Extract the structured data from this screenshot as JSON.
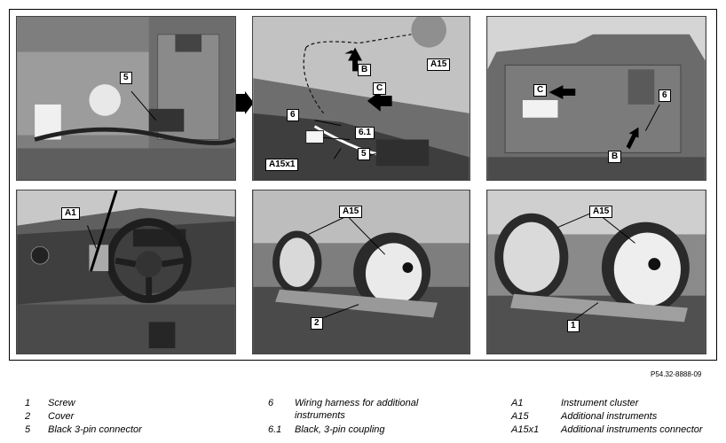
{
  "figure_id": "P54.32-8888-09",
  "callouts": {
    "p1_5": "5",
    "p2_b": "B",
    "p2_a15": "A15",
    "p2_c": "C",
    "p2_6": "6",
    "p2_61": "6.1",
    "p2_a15x1": "A15x1",
    "p2_5": "5",
    "p3_c": "C",
    "p3_6": "6",
    "p3_b": "B",
    "p4_a1": "A1",
    "p5_a15": "A15",
    "p5_2": "2",
    "p6_a15": "A15",
    "p6_1": "1"
  },
  "legend": {
    "col1": [
      {
        "num": "1",
        "text": "Screw"
      },
      {
        "num": "2",
        "text": "Cover"
      },
      {
        "num": "5",
        "text": "Black 3-pin connector"
      }
    ],
    "col2": [
      {
        "num": "6",
        "text": "Wiring harness for additional instruments"
      },
      {
        "num": "6.1",
        "text": "Black, 3-pin coupling"
      }
    ],
    "col3": [
      {
        "num": "A1",
        "text": "Instrument cluster"
      },
      {
        "num": "A15",
        "text": "Additional instruments"
      },
      {
        "num": "A15x1",
        "text": "Additional instruments connector"
      }
    ]
  }
}
